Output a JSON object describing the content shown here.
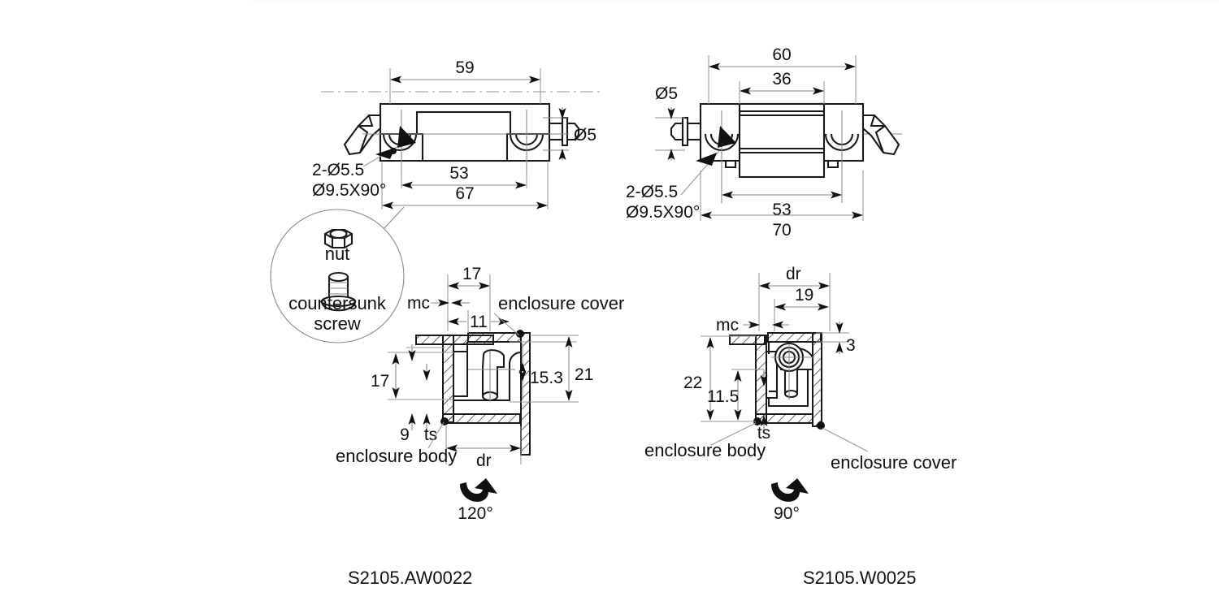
{
  "drawing": {
    "title": "Hinge assembly technical drawing",
    "background": "#ffffff",
    "line_color": "#1a1a1a",
    "dim_color": "#8a8a8a"
  },
  "detail_bubble": {
    "nut_label": "nut",
    "screw_label_line1": "countersunk",
    "screw_label_line2": "screw"
  },
  "view_left_top": {
    "name": "S2105.AW0022 top view",
    "dim_59": "59",
    "dim_53": "53",
    "dim_67": "67",
    "dia_5": "Ø5",
    "hole_note_line1": "2-Ø5.5",
    "hole_note_line2": "Ø9.5X90°"
  },
  "view_right_top": {
    "name": "S2105.W0025 top view",
    "dim_60": "60",
    "dim_36": "36",
    "dim_53": "53",
    "dim_70": "70",
    "dia_5": "Ø5",
    "hole_note_line1": "2-Ø5.5",
    "hole_note_line2": "Ø9.5X90°"
  },
  "view_left_section": {
    "name": "S2105.AW0022 cross section",
    "dim_17_top": "17",
    "dim_11": "11",
    "dim_mc": "mc",
    "dim_17_left": "17",
    "dim_9": "9",
    "dim_ts": "ts",
    "dim_153": "15.3",
    "dim_21": "21",
    "dim_dr": "dr",
    "label_cover": "enclosure cover",
    "label_body": "enclosure body"
  },
  "view_right_section": {
    "name": "S2105.W0025 cross section",
    "dim_dr": "dr",
    "dim_19": "19",
    "dim_mc": "mc",
    "dim_3": "3",
    "dim_22": "22",
    "dim_115": "11.5",
    "dim_ts": "ts",
    "label_body": "enclosure body",
    "label_cover": "enclosure cover"
  },
  "rotation": {
    "left_angle": "120°",
    "right_angle": "90°"
  },
  "part_numbers": {
    "left": "S2105.AW0022",
    "right": "S2105.W0025"
  }
}
